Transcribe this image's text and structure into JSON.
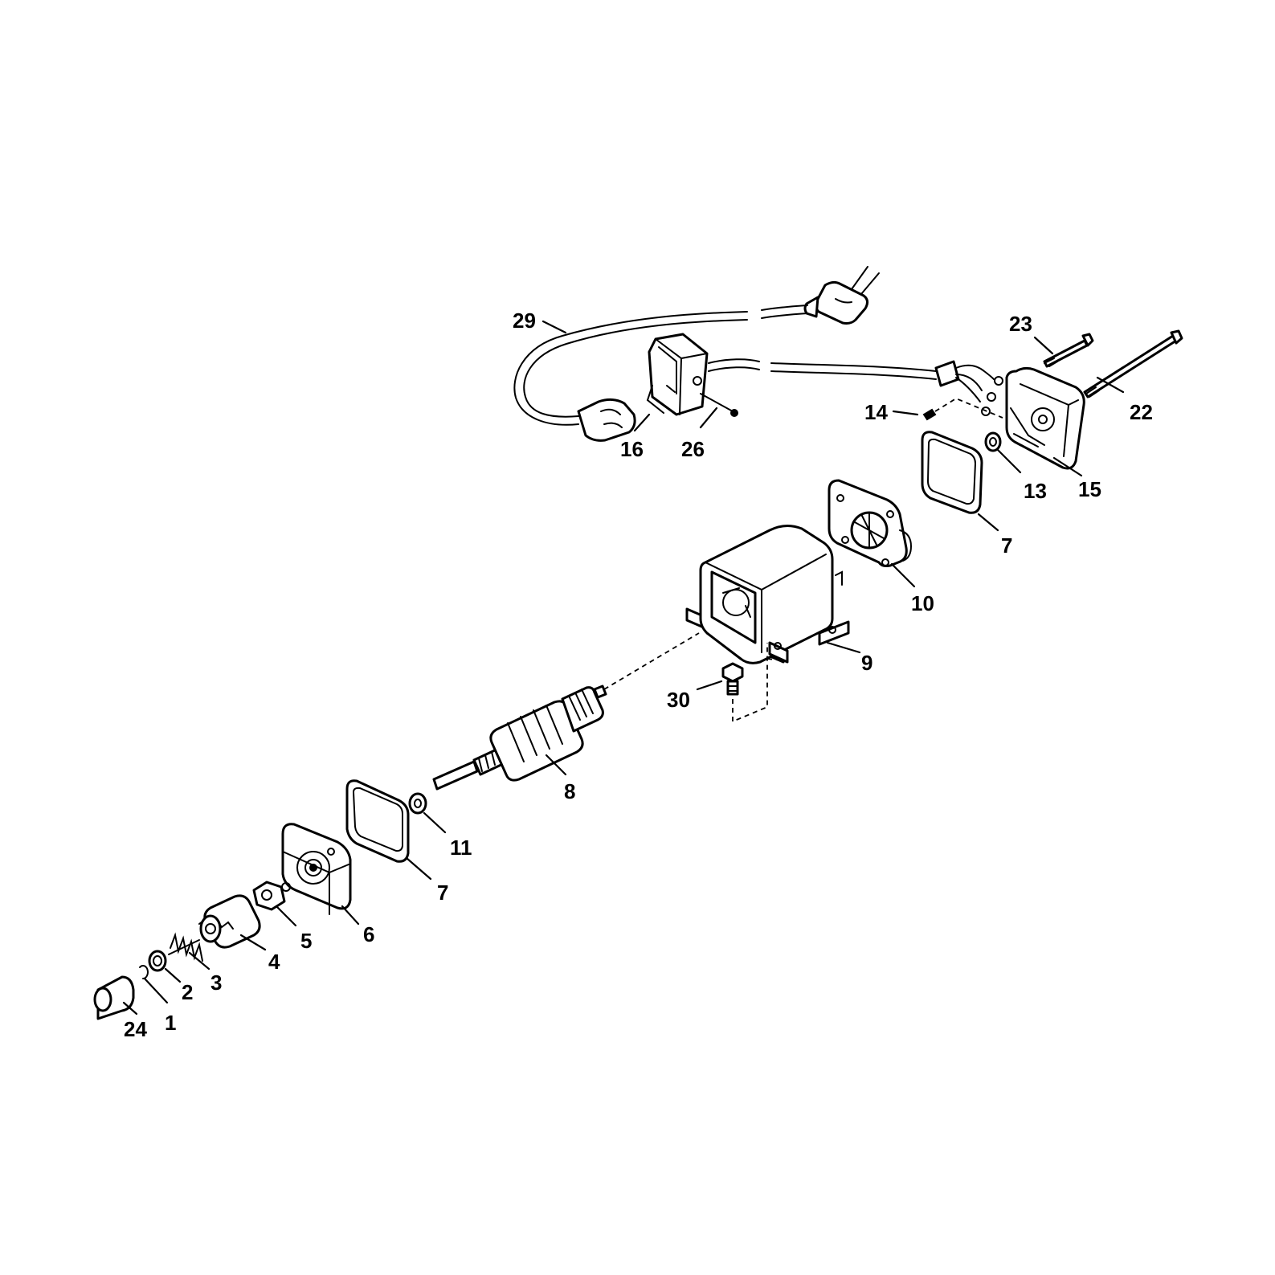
{
  "callouts": {
    "c1": "1",
    "c2": "2",
    "c3": "3",
    "c4": "4",
    "c5": "5",
    "c6": "6",
    "c7a": "7",
    "c7b": "7",
    "c8": "8",
    "c9": "9",
    "c10": "10",
    "c11": "11",
    "c13": "13",
    "c14": "14",
    "c15": "15",
    "c16": "16",
    "c22": "22",
    "c23": "23",
    "c24": "24",
    "c26": "26",
    "c29": "29",
    "c30": "30"
  },
  "colors": {
    "line": "#000000",
    "background": "#ffffff"
  }
}
